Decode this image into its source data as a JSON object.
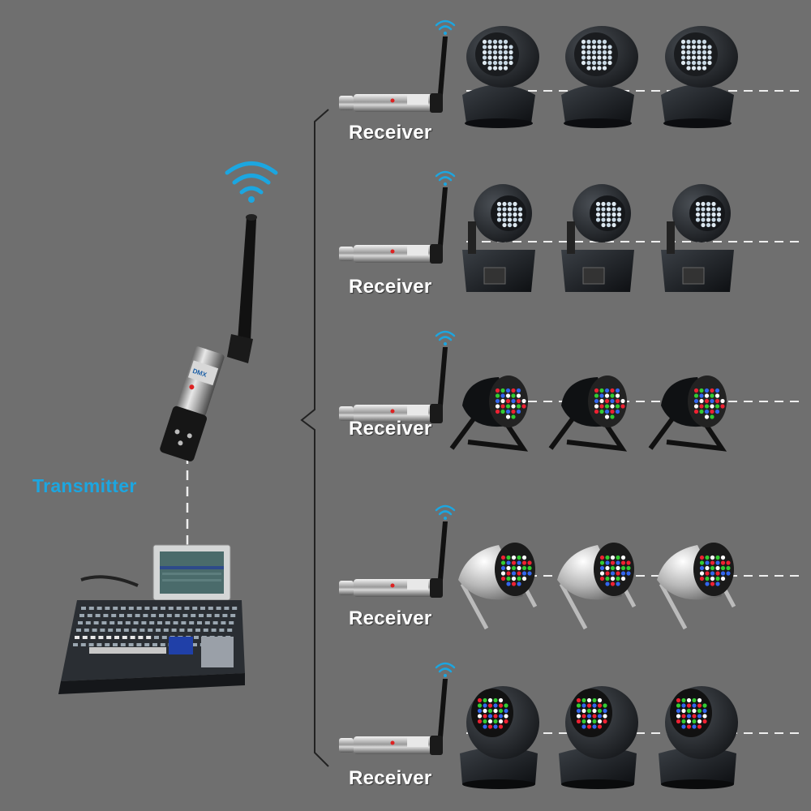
{
  "transmitter": {
    "label": "Transmitter"
  },
  "receivers": [
    {
      "label": "Receiver",
      "fixture": "moving-head-wash"
    },
    {
      "label": "Receiver",
      "fixture": "moving-head-mini"
    },
    {
      "label": "Receiver",
      "fixture": "par-can-black"
    },
    {
      "label": "Receiver",
      "fixture": "par-can-silver"
    },
    {
      "label": "Receiver",
      "fixture": "moving-head-ball"
    }
  ],
  "colors": {
    "background": "#6f6f6f",
    "signal": "#1ca6e0",
    "text": "#ffffff"
  }
}
